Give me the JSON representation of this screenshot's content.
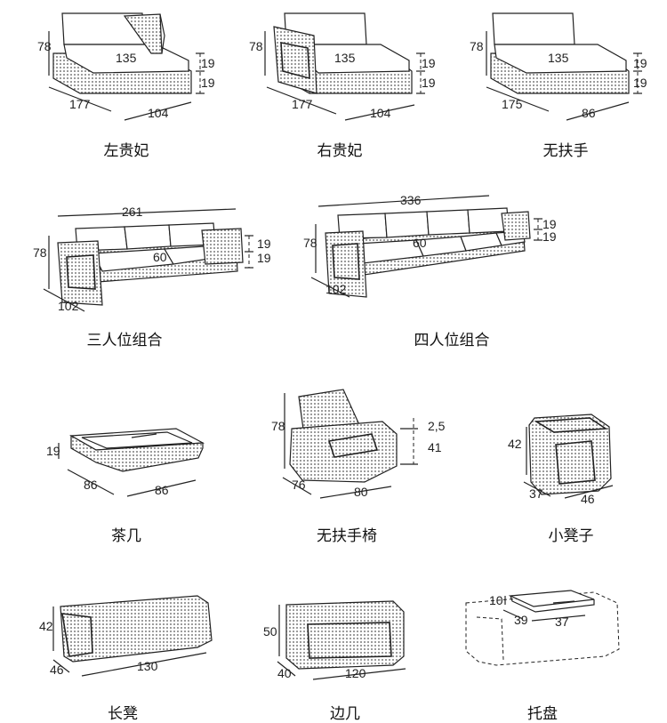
{
  "items": [
    {
      "caption": "左贵妃",
      "dims": {
        "h": "78",
        "d": "135",
        "s1": "19",
        "s2": "19",
        "w": "177",
        "b": "104"
      }
    },
    {
      "caption": "右贵妃",
      "dims": {
        "h": "78",
        "d": "135",
        "s1": "19",
        "s2": "19",
        "w": "177",
        "b": "104"
      }
    },
    {
      "caption": "无扶手",
      "dims": {
        "h": "78",
        "d": "135",
        "s1": "19",
        "s2": "19",
        "w": "175",
        "b": "86"
      }
    },
    {
      "caption": "三人位组合",
      "dims": {
        "top": "261",
        "h": "78",
        "d": "60",
        "s1": "19",
        "s2": "19",
        "w": "102"
      }
    },
    {
      "caption": "四人位组合",
      "dims": {
        "top": "336",
        "h": "78",
        "d": "60",
        "s1": "19",
        "s2": "19",
        "w": "102"
      }
    },
    {
      "caption": "茶几",
      "dims": {
        "h": "19",
        "a": "86",
        "b": "86"
      }
    },
    {
      "caption": "无扶手椅",
      "dims": {
        "h": "78",
        "s1": "2,5",
        "s2": "41",
        "d": "76",
        "w": "80"
      }
    },
    {
      "caption": "小凳子",
      "dims": {
        "h": "42",
        "d": "37",
        "w": "46"
      }
    },
    {
      "caption": "长凳",
      "dims": {
        "h": "42",
        "d": "46",
        "w": "130"
      }
    },
    {
      "caption": "边几",
      "dims": {
        "h": "50",
        "d": "40",
        "w": "120"
      }
    },
    {
      "caption": "托盘",
      "dims": {
        "h": "10",
        "d": "39",
        "w": "37"
      }
    }
  ]
}
